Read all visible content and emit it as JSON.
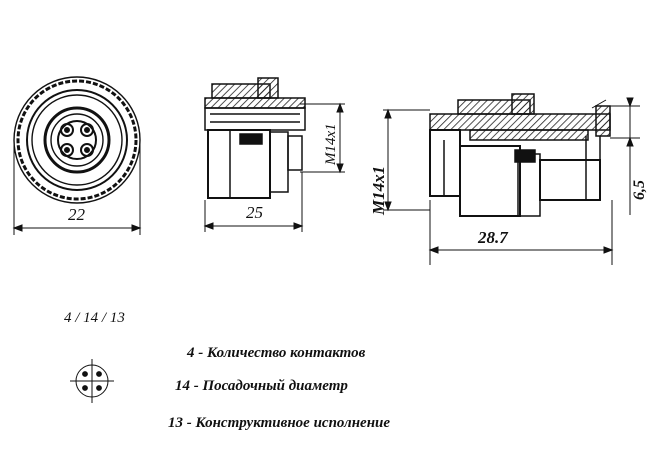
{
  "dimensions": {
    "front_diameter": "22",
    "side_length": "25",
    "side_thread": "M14x1",
    "section_thread": "M14x1",
    "section_length": "28.7",
    "section_offset": "6,5"
  },
  "code": {
    "label": "4 / 14 / 13"
  },
  "legend": {
    "items": [
      {
        "number": "4",
        "text": "- Количество контактов"
      },
      {
        "number": "14 -",
        "text": "Посадочный диаметр"
      },
      {
        "number": "13 -",
        "text": "Конструктивное исполнение"
      }
    ]
  },
  "colors": {
    "line": "#111111",
    "hatch": "#222222"
  }
}
